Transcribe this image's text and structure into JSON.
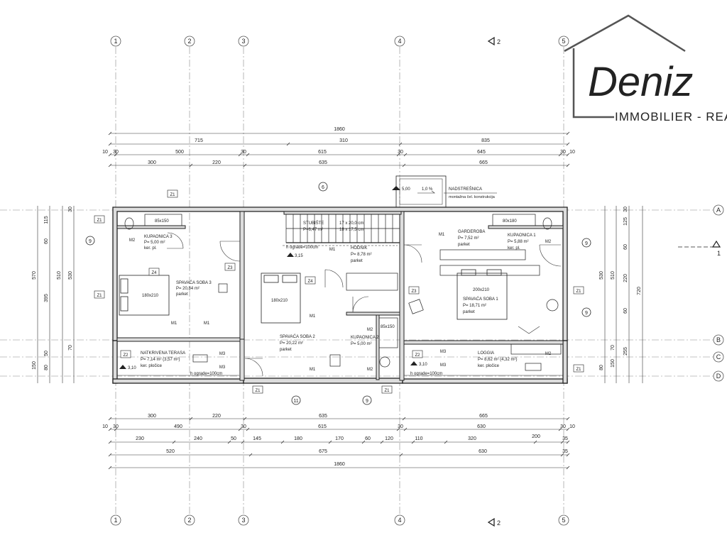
{
  "logo": {
    "script_text": "Deniz",
    "tagline": "IMMOBILIER - REA"
  },
  "section_markers": {
    "top": "2",
    "bottom": "2",
    "right": "1"
  },
  "grid_axes": {
    "vertical": [
      "1",
      "2",
      "3",
      "4",
      "5"
    ],
    "horizontal": [
      "A",
      "B",
      "C",
      "D"
    ],
    "callouts": [
      "6",
      "9",
      "9",
      "9",
      "11",
      "9"
    ]
  },
  "dimensions_top": {
    "overall": "1860",
    "row2": [
      "715",
      "310",
      "835"
    ],
    "row3": [
      "10",
      "30",
      "500",
      "30",
      "615",
      "30",
      "645",
      "30",
      "10"
    ],
    "row4": [
      "300",
      "220",
      "635",
      "665"
    ]
  },
  "dimensions_bottom": {
    "row1": [
      "300",
      "220",
      "635",
      "665"
    ],
    "row2": [
      "10",
      "30",
      "490",
      "30",
      "615",
      "30",
      "630",
      "30",
      "10"
    ],
    "row3": [
      "230",
      "240",
      "50",
      "145",
      "180",
      "170",
      "60",
      "120",
      "110",
      "320",
      "200",
      "35"
    ],
    "row4": [
      "520",
      "675",
      "630",
      "35"
    ],
    "overall": "1860"
  },
  "dimensions_left": [
    "570",
    "115",
    "60",
    "395",
    "510",
    "530",
    "150",
    "80",
    "50",
    "30",
    "70"
  ],
  "dimensions_right": [
    "720",
    "530",
    "510",
    "125",
    "60",
    "220",
    "60",
    "70",
    "255",
    "150",
    "80",
    "30"
  ],
  "rooms": [
    {
      "name": "KUPAONICA 3",
      "area": "P= 5,00 m²",
      "floor": "ker. pl."
    },
    {
      "name": "SPAVAĆA SOBA 3",
      "area": "P= 20,84 m²",
      "floor": "parket"
    },
    {
      "name": "STUBIŠTE",
      "area": "P=6,47 m²",
      "floor": ""
    },
    {
      "name": "HODNIK",
      "area": "P= 8,78 m²",
      "floor": "parket"
    },
    {
      "name": "SPAVAĆA SOBA 2",
      "area": "P= 20,22 m²",
      "floor": "parket"
    },
    {
      "name": "KUPAONICA 2",
      "area": "P= 5,00 m²",
      "floor": ""
    },
    {
      "name": "GARDEROBA",
      "area": "P= 7,52 m²",
      "floor": "parket"
    },
    {
      "name": "KUPAONICA 1",
      "area": "P= 5,88 m²",
      "floor": "ker. pl."
    },
    {
      "name": "SPAVAĆA SOBA 1",
      "area": "P= 18,71 m²",
      "floor": "parket"
    },
    {
      "name": "NATKRIVENA TERASA",
      "area": "P= 7,14 m² (3,57 m²)",
      "floor": "ker. pločice"
    },
    {
      "name": "LOGGIA",
      "area": "P= 8,62 m² (4,32 m²)",
      "floor": "ker. pločice"
    }
  ],
  "furniture": {
    "bed3": "180x210",
    "bed2": "180x210",
    "bed1": "200x210",
    "shower3": "85x150",
    "shower2": "85x150",
    "shower1": "80x180"
  },
  "annotations": {
    "skylight_title": "NADSTREŠNICA",
    "skylight_sub": "montažna čel. konstrukcija",
    "skylight_level": "5,00",
    "skylight_slope": "1,0 %",
    "stairs": "17 x 20,0 cm\n18 x 17,5 cm",
    "stairs_line1": "17 x 20,0 cm",
    "stairs_line2": "18 x 17,5 cm",
    "level_315": "3,15",
    "level_310a": "3,10",
    "level_310b": "3,10",
    "railing": "h ograde=100cm",
    "opening_z1": "Z1",
    "opening_z2": "Z2",
    "opening_z3": "Z3",
    "opening_z4": "Z4",
    "opening_m1": "M1",
    "opening_m2": "M2",
    "opening_m3": "M3"
  }
}
